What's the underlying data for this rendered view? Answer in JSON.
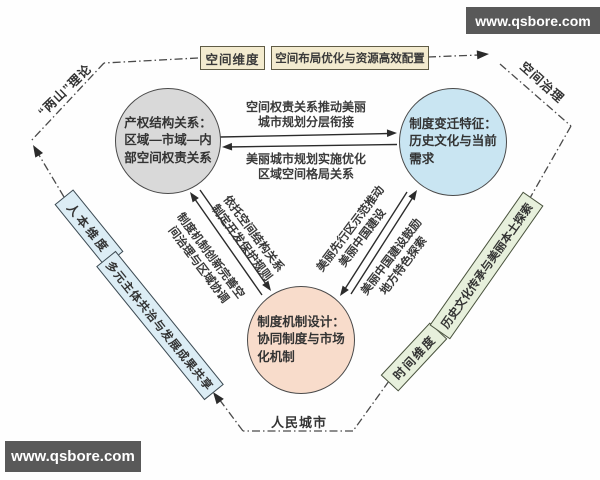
{
  "watermarks": {
    "top_right": "www.qsbore.com",
    "bottom_left": "www.qsbore.com"
  },
  "framework": {
    "top_left_edge": "“两山”理论",
    "top_right_edge": "空间治理",
    "bottom_edge": "人民城市",
    "top_dimension": "空间维度",
    "top_goal": "空间布局优化与资源高效配置",
    "left_dimension": "人本维度",
    "left_goal": "多元主体共治与发展成果共享",
    "right_dimension": "时间维度",
    "right_goal": "历史文化传承与美丽本土探索"
  },
  "nodes": {
    "property_structure": "产权结构关系：\n区域—市域—内\n部空间权责关系",
    "institution_change": "制度变迁特征：\n历史文化与当前\n需求",
    "mechanism_design": "制度机制设计：\n协同制度与市场\n化机制"
  },
  "relations": {
    "structure_to_institution": "空间权责关系推动美丽\n城市规划分层衔接",
    "institution_to_structure": "美丽城市规划实施优化\n区域空间格局关系",
    "structure_to_mechanism": "依托空间结构关系\n制定开发保护规则",
    "mechanism_to_structure": "制度机制创新完善空\n间治理与区域协调",
    "mechanism_to_institution": "美丽先行区示范推动\n美丽中国建设",
    "institution_to_mechanism": "美丽中国建设鼓励\n地方特色探索"
  },
  "colors": {
    "node_gray": "#d9d9d9",
    "node_blue": "#c9e5f2",
    "node_pink": "#f8dccb",
    "box_tan": "#f3ebcf",
    "box_blue": "#dcedf5",
    "box_green": "#e7f0dc",
    "line": "#4a4a4a",
    "watermark_bg": "#595959"
  }
}
